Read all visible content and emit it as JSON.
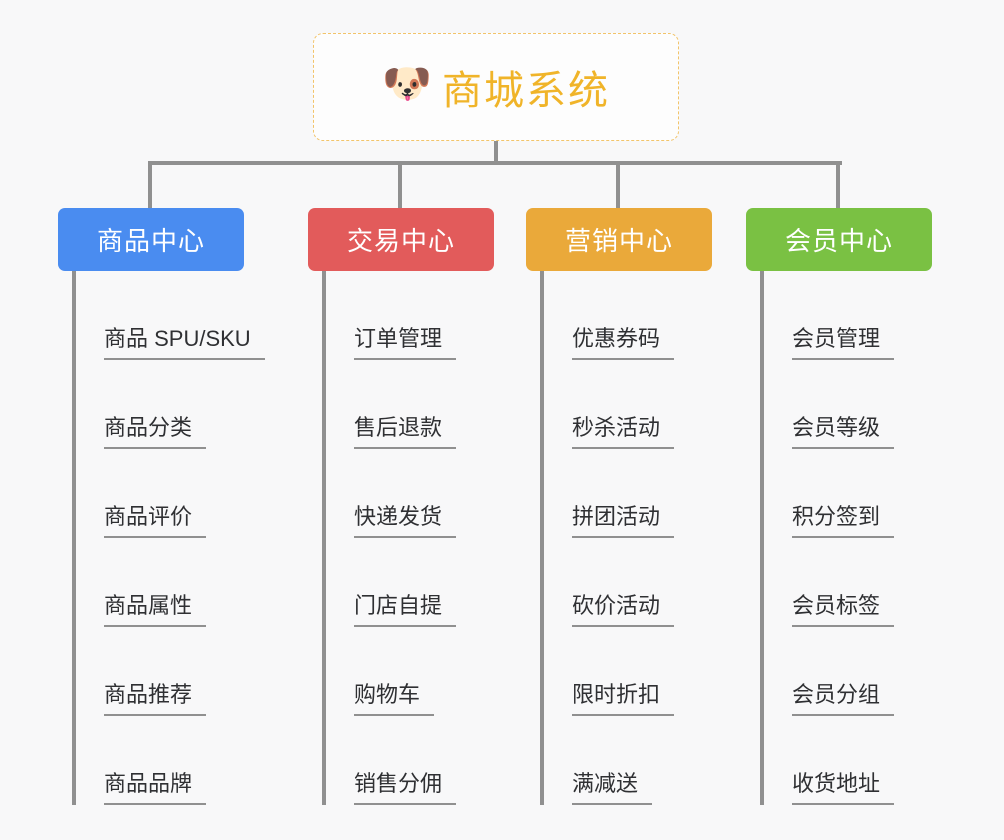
{
  "diagram": {
    "title": "商城系统",
    "type": "mindmap",
    "background_color": "#f8f8f9",
    "connector_color": "#909090",
    "root": {
      "label": "商城系统",
      "icon": "shiba-dog-face",
      "icon_glyph": "🐶",
      "text_color": "#f0b429",
      "border_color": "#f2c46a",
      "background_color": "#fdfdfd"
    },
    "branches": [
      {
        "label": "商品中心",
        "color": "#4a8cf0",
        "items": [
          "商品 SPU/SKU",
          "商品分类",
          "商品评价",
          "商品属性",
          "商品推荐",
          "商品品牌"
        ]
      },
      {
        "label": "交易中心",
        "color": "#e25b5b",
        "items": [
          "订单管理",
          "售后退款",
          "快递发货",
          "门店自提",
          "购物车",
          "销售分佣"
        ]
      },
      {
        "label": "营销中心",
        "color": "#eaa93a",
        "items": [
          "优惠券码",
          "秒杀活动",
          "拼团活动",
          "砍价活动",
          "限时折扣",
          "满减送"
        ]
      },
      {
        "label": "会员中心",
        "color": "#7ac143",
        "items": [
          "会员管理",
          "会员等级",
          "积分签到",
          "会员标签",
          "会员分组",
          "收货地址"
        ]
      }
    ]
  }
}
